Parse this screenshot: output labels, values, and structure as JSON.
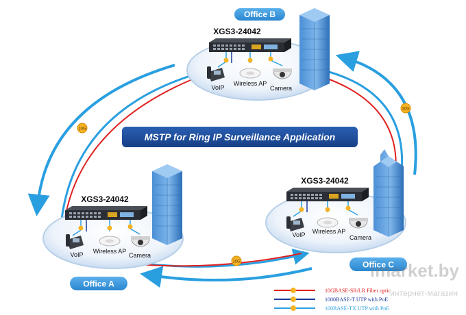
{
  "title": "MSTP for Ring IP Surveillance Application",
  "sites": {
    "b": {
      "office": "Office B",
      "switch": "XGS3-24042",
      "devices": [
        "VoIP",
        "Wireless AP",
        "Camera"
      ]
    },
    "a": {
      "office": "Office A",
      "switch": "XGS3-24042",
      "devices": [
        "VoIP",
        "Wireless AP",
        "Camera"
      ]
    },
    "c": {
      "office": "Office C",
      "switch": "XGS3-24042",
      "devices": [
        "VoIP",
        "Wireless AP",
        "Camera"
      ]
    }
  },
  "link_badge": "10G",
  "legend": [
    {
      "label": "10GBASE-SR/LR Fiber optic",
      "color": "#e02020"
    },
    {
      "label": "1000BASE-T UTP with PoE",
      "color": "#1a3a9c"
    },
    {
      "label": "100BASE-TX UTP with PoE",
      "color": "#2a9fe0"
    }
  ],
  "watermark": {
    "brand": "imarket.by",
    "sub": "интернет-магазин"
  },
  "colors": {
    "ring": "#2a9fe0",
    "fiber": "#e02020",
    "badge": "#f5b324",
    "title_bg": "#1e4c9c"
  }
}
